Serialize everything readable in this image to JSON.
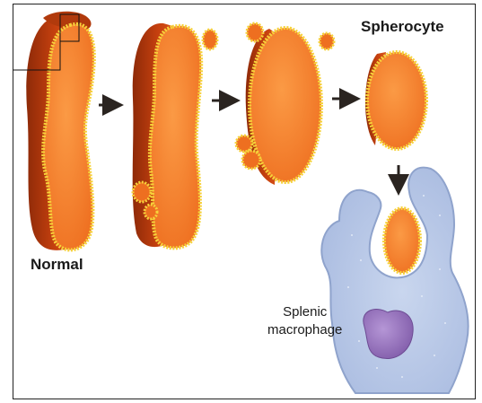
{
  "labels": {
    "normal": "Normal",
    "spherocyte": "Spherocyte",
    "macrophage_line1": "Splenic",
    "macrophage_line2": "macrophage"
  },
  "colors": {
    "cell_face": "#f57f2c",
    "cell_side": "#c9420e",
    "cell_edge": "#a33208",
    "membrane": "#f6d23a",
    "macrophage": "#b8c8e6",
    "macrophage_edge": "#8fa3cc",
    "nucleus": "#9d79c2",
    "arrow": "#2a2420"
  },
  "stages": [
    "normal",
    "budding",
    "vesiculating",
    "spherocyte",
    "phagocytosed"
  ]
}
